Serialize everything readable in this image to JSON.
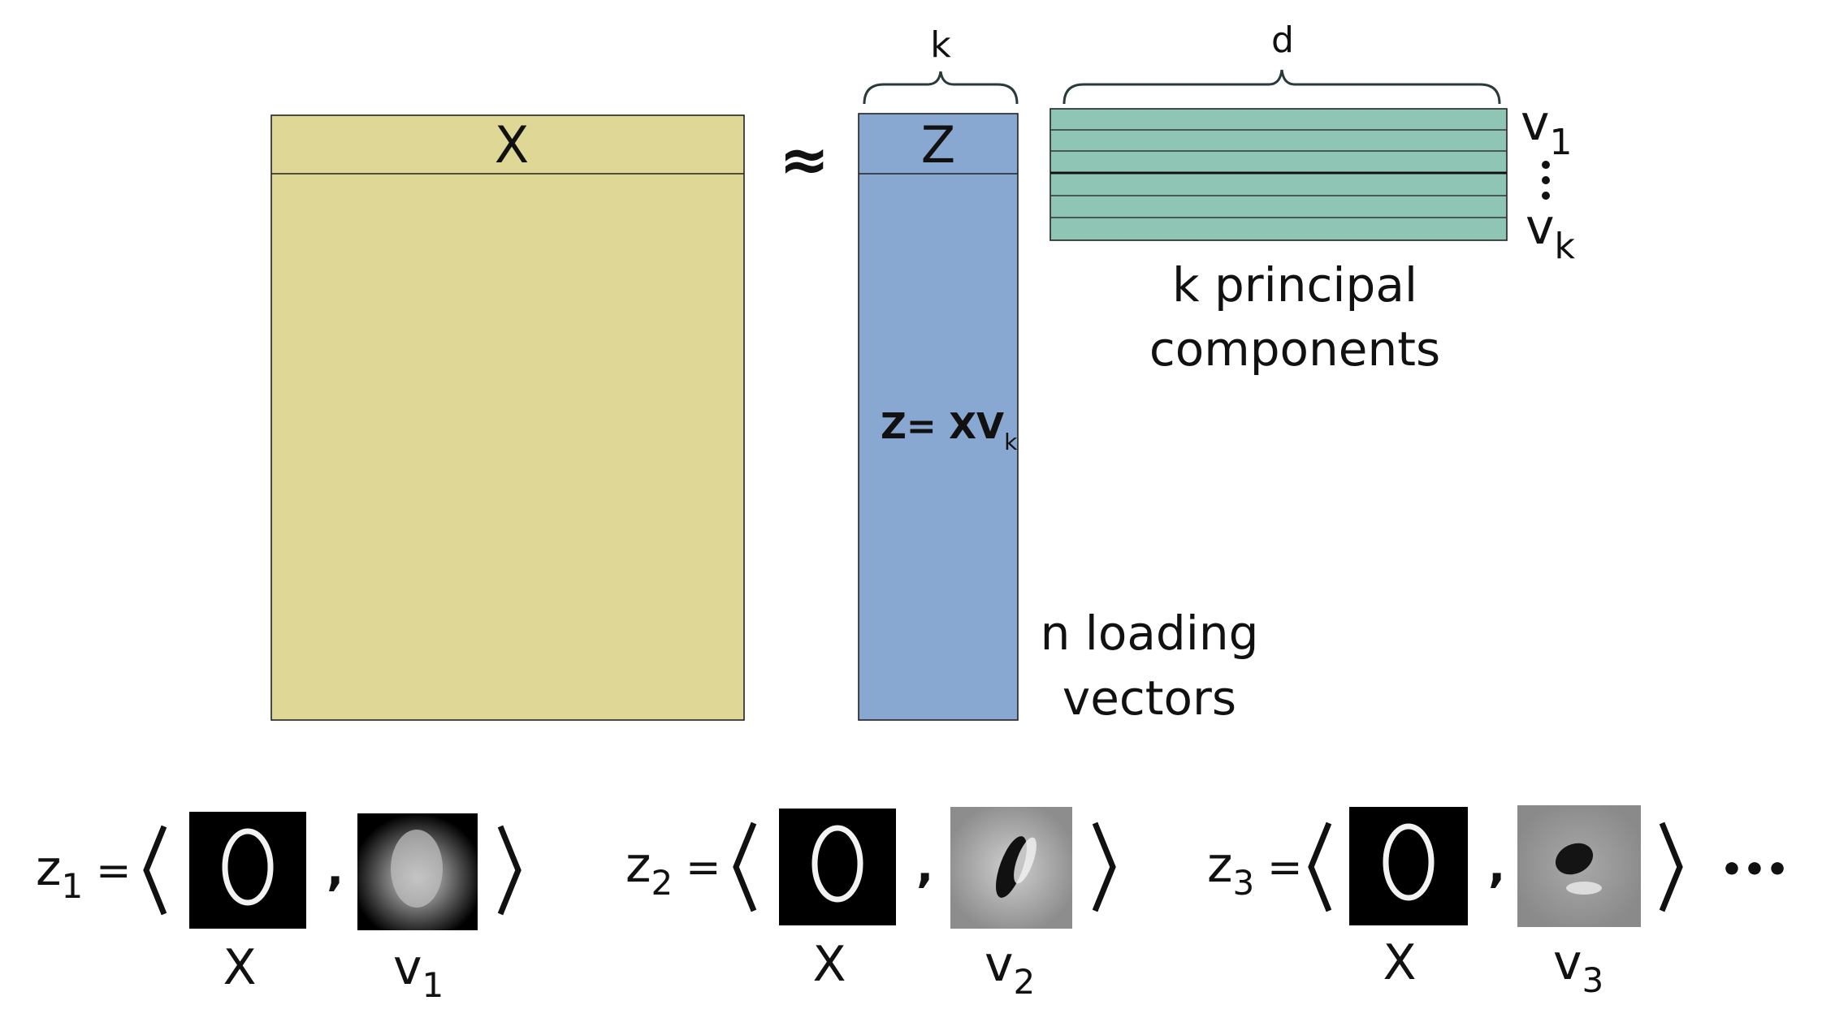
{
  "matrix_x": {
    "label": "X",
    "fill": "#dfd796"
  },
  "approx_symbol": "≈",
  "matrix_z": {
    "label": "Z",
    "fill": "#89a8d1",
    "formula_main": "Z",
    "formula_eq": "= XV",
    "formula_sub": "k"
  },
  "brace_k": "k",
  "brace_d": "d",
  "components": {
    "fill": "#8ec5b5",
    "v_top": "v",
    "v_top_sub": "1",
    "v_bottom": "v",
    "v_bottom_sub": "k",
    "caption_line1": "k principal",
    "caption_line2": "components"
  },
  "loading_caption": {
    "line1": "n loading",
    "line2": "vectors"
  },
  "projections": [
    {
      "lhs": "z",
      "lhs_sub": "1",
      "x_label": "X",
      "v_label": "v",
      "v_sub": "1"
    },
    {
      "lhs": "z",
      "lhs_sub": "2",
      "x_label": "X",
      "v_label": "v",
      "v_sub": "2"
    },
    {
      "lhs": "z",
      "lhs_sub": "3",
      "x_label": "X",
      "v_label": "v",
      "v_sub": "3"
    }
  ],
  "eq_sign": "=",
  "comma": ",",
  "ellipsis": "•••"
}
